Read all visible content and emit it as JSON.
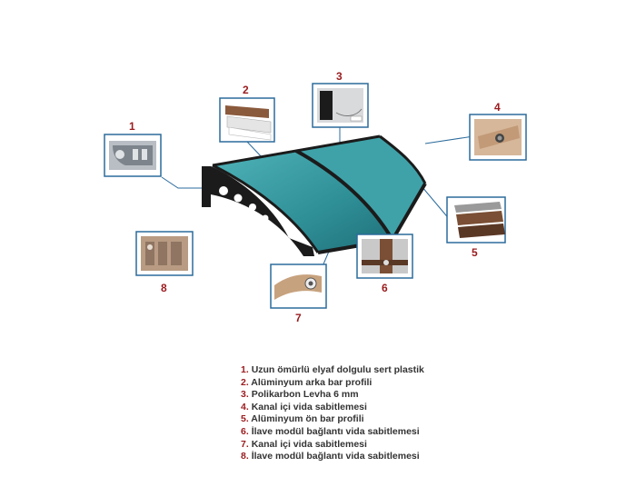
{
  "colors": {
    "callout_number": "#9a1b1e",
    "leader_line": "#2b6b9c",
    "inset_frame": "#2b6b9c",
    "canopy_panel": "#2f8f97",
    "frame_black": "#1b1b1b"
  },
  "callouts": [
    {
      "number": "1"
    },
    {
      "number": "2"
    },
    {
      "number": "3"
    },
    {
      "number": "4"
    },
    {
      "number": "5"
    },
    {
      "number": "6"
    },
    {
      "number": "7"
    },
    {
      "number": "8"
    }
  ],
  "legend": [
    {
      "number": "1.",
      "text": "Uzun ömürlü elyaf dolgulu sert plastik"
    },
    {
      "number": "2.",
      "text": "Alüminyum arka bar profili"
    },
    {
      "number": "3.",
      "text": "Polikarbon Levha 6 mm"
    },
    {
      "number": "4.",
      "text": "Kanal içi vida sabitlemesi"
    },
    {
      "number": "5.",
      "text": "Alüminyum ön bar profili"
    },
    {
      "number": "6.",
      "text": "İlave modül bağlantı vida sabitlemesi"
    },
    {
      "number": "7.",
      "text": "Kanal içi vida sabitlemesi"
    },
    {
      "number": "8.",
      "text": "İlave modül bağlantı vida sabitlemesi"
    }
  ]
}
